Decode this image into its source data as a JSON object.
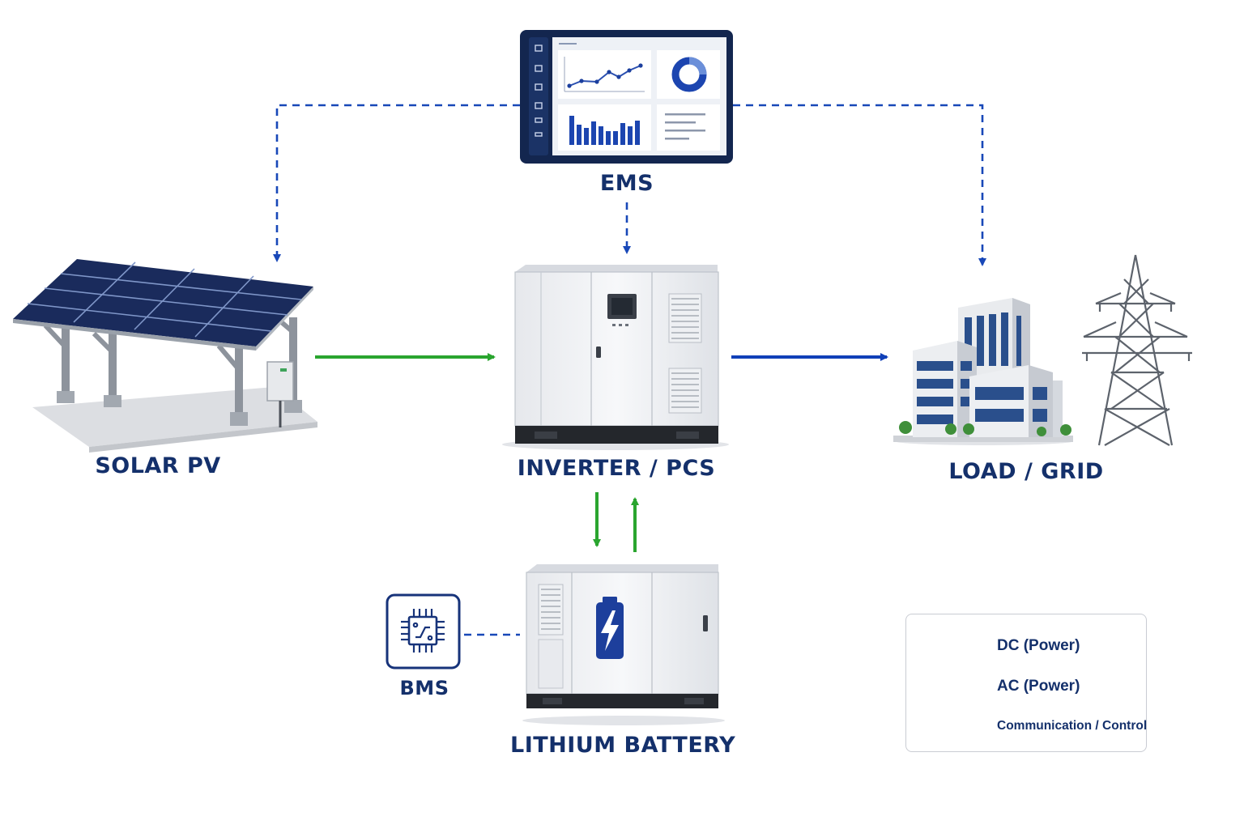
{
  "nodes": {
    "ems": {
      "label": "EMS"
    },
    "solar": {
      "label": "SOLAR PV"
    },
    "inverter": {
      "label": "INVERTER / PCS"
    },
    "load": {
      "label": "LOAD / GRID"
    },
    "battery": {
      "label": "LITHIUM BATTERY"
    },
    "bms": {
      "label": "BMS"
    }
  },
  "legend": [
    {
      "label": "DC (Power)",
      "style": "solid",
      "color": "#2aa52f"
    },
    {
      "label": "AC (Power)",
      "style": "solid",
      "color": "#1040b8"
    },
    {
      "label": "Communication / Control",
      "style": "dashed",
      "color": "#1848b8"
    }
  ],
  "colors": {
    "dc": "#2aa52f",
    "ac": "#1040b8",
    "comm": "#1848b8",
    "label_text": "#14306b",
    "panel_bg": "#13264f"
  },
  "edges": [
    {
      "from": "solar",
      "to": "inverter",
      "type": "DC (Power)"
    },
    {
      "from": "inverter",
      "to": "load",
      "type": "AC (Power)"
    },
    {
      "from": "inverter",
      "to": "battery",
      "type": "DC (Power)"
    },
    {
      "from": "battery",
      "to": "inverter",
      "type": "DC (Power)"
    },
    {
      "from": "ems",
      "to": "solar",
      "type": "Communication / Control"
    },
    {
      "from": "ems",
      "to": "inverter",
      "type": "Communication / Control"
    },
    {
      "from": "ems",
      "to": "load",
      "type": "Communication / Control"
    },
    {
      "from": "bms",
      "to": "battery",
      "type": "Communication / Control"
    }
  ]
}
